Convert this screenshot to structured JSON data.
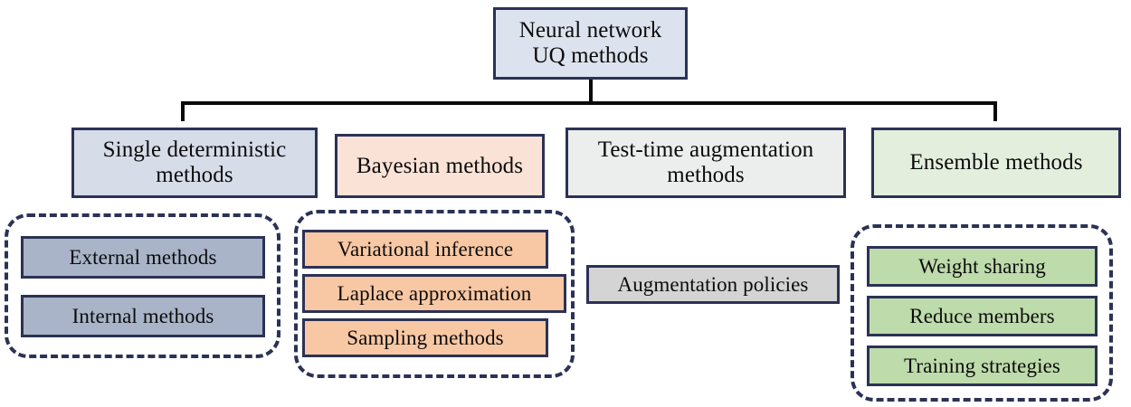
{
  "diagram": {
    "title": "Neural network UQ methods",
    "type": "taxonomy-tree",
    "root": {
      "label": "Neural network\nUQ methods",
      "line1": "Neural network",
      "line2": "UQ methods",
      "fill": "#dde3ee",
      "stroke": "#2b3255"
    },
    "categories": [
      {
        "id": "single-deterministic-methods",
        "line1": "Single deterministic",
        "line2": "methods",
        "fill": "#d6dce8",
        "children_grouped": true,
        "children": [
          {
            "id": "external-methods",
            "label": "External methods",
            "fill": "#a9b4c8"
          },
          {
            "id": "internal-methods",
            "label": "Internal methods",
            "fill": "#a9b4c8"
          }
        ]
      },
      {
        "id": "bayesian-methods",
        "line1": "Bayesian methods",
        "line2": "",
        "fill": "#fae3d6",
        "children_grouped": true,
        "children": [
          {
            "id": "variational-inference",
            "label": "Variational inference",
            "fill": "#f8c8a4"
          },
          {
            "id": "laplace-approximation",
            "label": "Laplace approximation",
            "fill": "#f8c8a4"
          },
          {
            "id": "sampling-methods",
            "label": "Sampling methods",
            "fill": "#f8c8a4"
          }
        ]
      },
      {
        "id": "test-time-augmentation-methods",
        "line1": "Test-time augmentation",
        "line2": "methods",
        "fill": "#eceded",
        "children_grouped": false,
        "children": [
          {
            "id": "augmentation-policies",
            "label": "Augmentation policies",
            "fill": "#d4d4d4"
          }
        ]
      },
      {
        "id": "ensemble-methods",
        "line1": "Ensemble methods",
        "line2": "",
        "fill": "#e4eedd",
        "children_grouped": true,
        "children": [
          {
            "id": "weight-sharing",
            "label": "Weight sharing",
            "fill": "#bedbab"
          },
          {
            "id": "reduce-members",
            "label": "Reduce members",
            "fill": "#bedbab"
          },
          {
            "id": "training-strategies",
            "label": "Training strategies",
            "fill": "#bedbab"
          }
        ]
      }
    ],
    "colors": {
      "border": "#2b3255",
      "connector": "#0a0a0a",
      "background": "#ffffff"
    }
  }
}
